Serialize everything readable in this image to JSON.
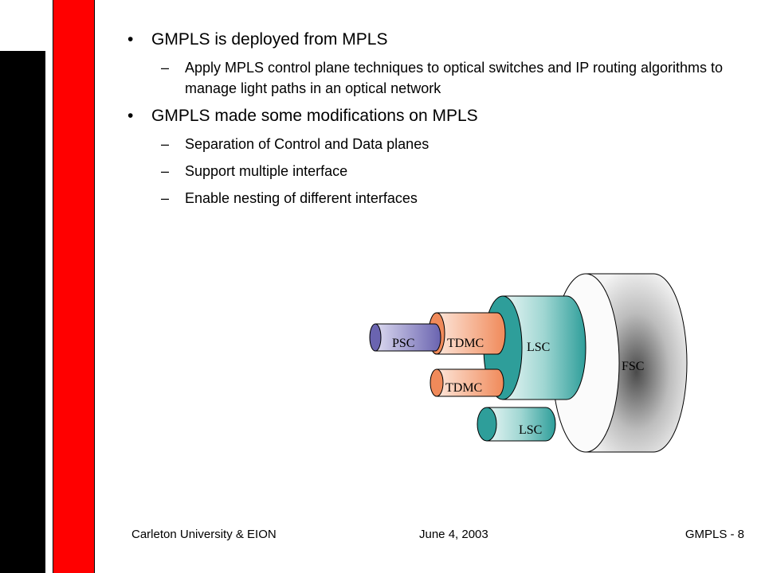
{
  "bullets": [
    {
      "text": "GMPLS is deployed from MPLS",
      "sub": [
        "Apply MPLS control plane techniques to optical switches and IP routing algorithms to manage light paths in an optical network"
      ]
    },
    {
      "text": "GMPLS made some modifications on MPLS",
      "sub": [
        "Separation of Control and Data planes",
        "Support multiple interface",
        "Enable nesting of different interfaces"
      ]
    }
  ],
  "diagram": {
    "fsc": "FSC",
    "lsc_main": "LSC",
    "lsc_small": "LSC",
    "tdmc_top": "TDMC",
    "tdmc_bottom": "TDMC",
    "psc": "PSC"
  },
  "footer": {
    "left": "Carleton University & EION",
    "center": "June 4, 2003",
    "right": "GMPLS - 8"
  },
  "colors": {
    "red_bar": "#ff0000",
    "black_bar": "#000000",
    "lsc": "#2e9e9a",
    "tdmc": "#f08a5a",
    "psc": "#6a64b0"
  }
}
